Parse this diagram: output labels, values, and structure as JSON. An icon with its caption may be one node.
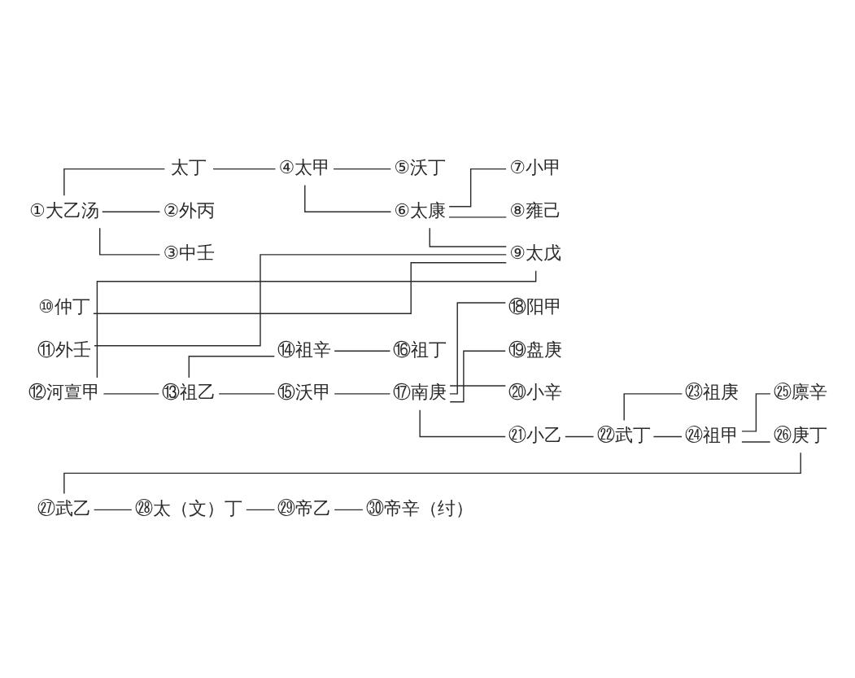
{
  "diagram": {
    "nodes": [
      {
        "text": [
          "①大乙汤"
        ]
      },
      {
        "text": [
          "太丁"
        ]
      },
      {
        "text": [
          "④太甲"
        ]
      },
      {
        "text": [
          "②外丙"
        ]
      },
      {
        "text": [
          "③中壬"
        ]
      },
      {
        "text": [
          "⑤沃丁"
        ]
      },
      {
        "text": [
          "⑥太康"
        ]
      },
      {
        "text": [
          "⑦小甲"
        ]
      },
      {
        "text": [
          "⑧雍己"
        ]
      },
      {
        "text": [
          "⑨太戊"
        ]
      },
      {
        "text": [
          "⑩仲丁"
        ]
      },
      {
        "text": [
          "⑪外壬"
        ]
      },
      {
        "text": [
          "⑫河亶甲"
        ]
      },
      {
        "text": [
          "⑬祖乙"
        ]
      },
      {
        "text": [
          "⑭祖辛"
        ]
      },
      {
        "text": [
          "⑯祖丁"
        ]
      },
      {
        "text": [
          "⑮沃甲"
        ]
      },
      {
        "text": [
          "⑰南庚"
        ]
      },
      {
        "text": [
          "⑱阳甲"
        ]
      },
      {
        "text": [
          "⑲盘庚"
        ]
      },
      {
        "text": [
          "⑳小辛"
        ]
      },
      {
        "text": [
          "㉑小乙"
        ]
      },
      {
        "text": [
          "㉒武丁"
        ]
      },
      {
        "text": [
          "㉓祖庚"
        ]
      },
      {
        "text": [
          "㉔祖甲"
        ]
      },
      {
        "text": [
          "㉕廪辛"
        ]
      },
      {
        "text": [
          "㉖庚丁"
        ]
      },
      {
        "text": [
          "㉗武乙"
        ]
      },
      {
        "text": [
          "㉘太（文）丁"
        ]
      },
      {
        "text": [
          "㉙帝乙"
        ]
      },
      {
        "text": [
          "㉚帝辛（纣）"
        ]
      }
    ],
    "edges": [
      {
        "from": 0,
        "to": 1,
        "arrow": "none"
      },
      {
        "from": 0,
        "to": 3,
        "arrow": "none"
      },
      {
        "from": 0,
        "to": 4,
        "arrow": "none"
      },
      {
        "from": 1,
        "to": 2,
        "arrow": "none"
      },
      {
        "from": 2,
        "to": 5,
        "arrow": "none"
      },
      {
        "from": 2,
        "to": 6,
        "arrow": "none"
      },
      {
        "from": 6,
        "to": 7,
        "arrow": "none"
      },
      {
        "from": 6,
        "to": 8,
        "arrow": "none"
      },
      {
        "from": 6,
        "to": 9,
        "arrow": "none"
      },
      {
        "from": 9,
        "to": 10,
        "arrow": "none"
      },
      {
        "from": 9,
        "to": 11,
        "arrow": "none"
      },
      {
        "from": 9,
        "to": 12,
        "arrow": "none"
      },
      {
        "from": 12,
        "to": 13,
        "arrow": "none"
      },
      {
        "from": 13,
        "to": 14,
        "arrow": "none"
      },
      {
        "from": 13,
        "to": 16,
        "arrow": "none"
      },
      {
        "from": 14,
        "to": 15,
        "arrow": "none"
      },
      {
        "from": 16,
        "to": 17,
        "arrow": "none"
      },
      {
        "from": 17,
        "to": 18,
        "arrow": "none"
      },
      {
        "from": 17,
        "to": 19,
        "arrow": "none"
      },
      {
        "from": 17,
        "to": 20,
        "arrow": "none"
      },
      {
        "from": 17,
        "to": 21,
        "arrow": "none"
      },
      {
        "from": 21,
        "to": 22,
        "arrow": "none"
      },
      {
        "from": 22,
        "to": 23,
        "arrow": "none"
      },
      {
        "from": 22,
        "to": 24,
        "arrow": "none"
      },
      {
        "from": 24,
        "to": 25,
        "arrow": "none"
      },
      {
        "from": 24,
        "to": 26,
        "arrow": "none"
      },
      {
        "from": 26,
        "to": 27,
        "arrow": "none"
      },
      {
        "from": 27,
        "to": 28,
        "arrow": "none"
      },
      {
        "from": 28,
        "to": 29,
        "arrow": "none"
      },
      {
        "from": 29,
        "to": 30,
        "arrow": "none"
      }
    ]
  }
}
